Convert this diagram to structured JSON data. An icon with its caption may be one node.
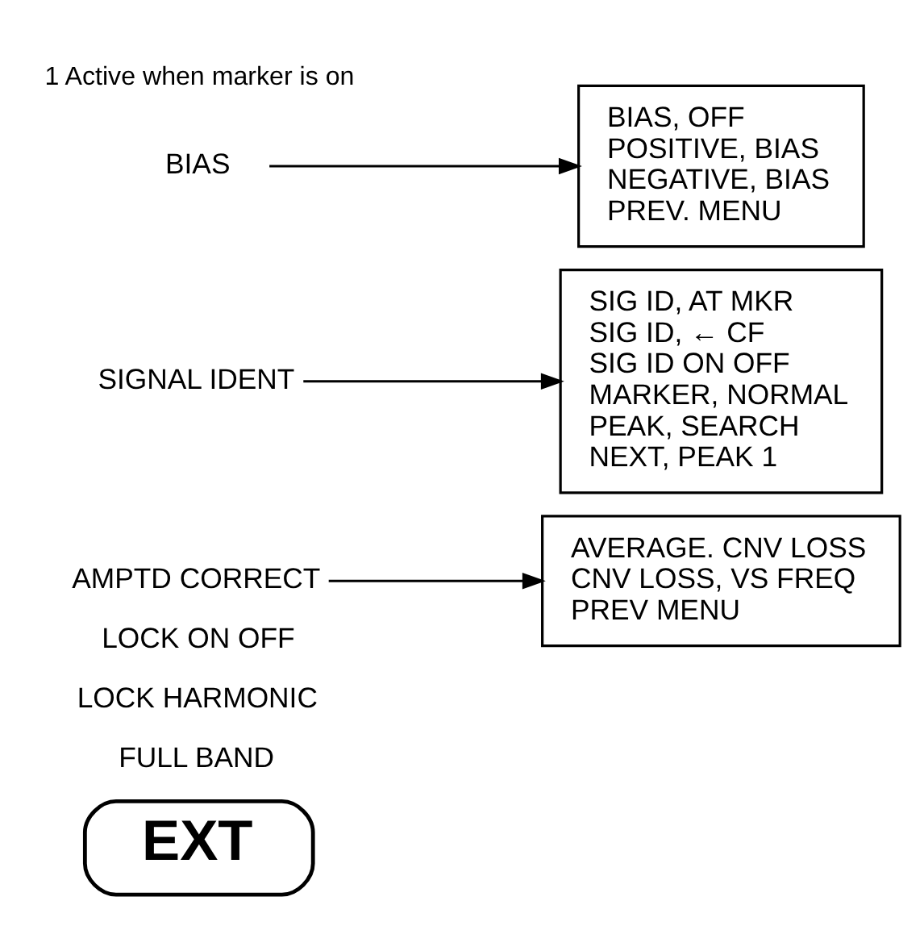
{
  "diagram": {
    "nodes": [
      {
        "text": [
          "EXT"
        ]
      },
      {
        "text": [
          "FULL BAND"
        ]
      },
      {
        "text": [
          "LOCK HARMONIC"
        ]
      },
      {
        "text": [
          "LOCK ON OFF"
        ]
      },
      {
        "text": [
          "AMPTD CORRECT"
        ]
      },
      {
        "text": [
          "SIGNAL IDENT"
        ]
      },
      {
        "text": [
          "BIAS"
        ]
      },
      {
        "text": [
          "AVERAGE. CNV LOSS",
          "CNV LOSS, VS FREQ",
          "PREV MENU"
        ]
      },
      {
        "text": [
          "SIG ID, AT MKR",
          "SIG ID, ← CF",
          "SIG ID ON OFF",
          "MARKER, NORMAL",
          "PEAK, SEARCH",
          "NEXT, PEAK 1"
        ]
      },
      {
        "text": [
          "BIAS, OFF",
          "POSITIVE, BIAS",
          "NEGATIVE, BIAS",
          "PREV. MENU"
        ]
      }
    ],
    "edges": [
      {
        "from": 4,
        "to": 7,
        "arrow": "to"
      },
      {
        "from": 5,
        "to": 8,
        "arrow": "to"
      },
      {
        "from": 6,
        "to": 9,
        "arrow": "to"
      }
    ],
    "labels": [
      "1 Active when marker is on"
    ]
  }
}
